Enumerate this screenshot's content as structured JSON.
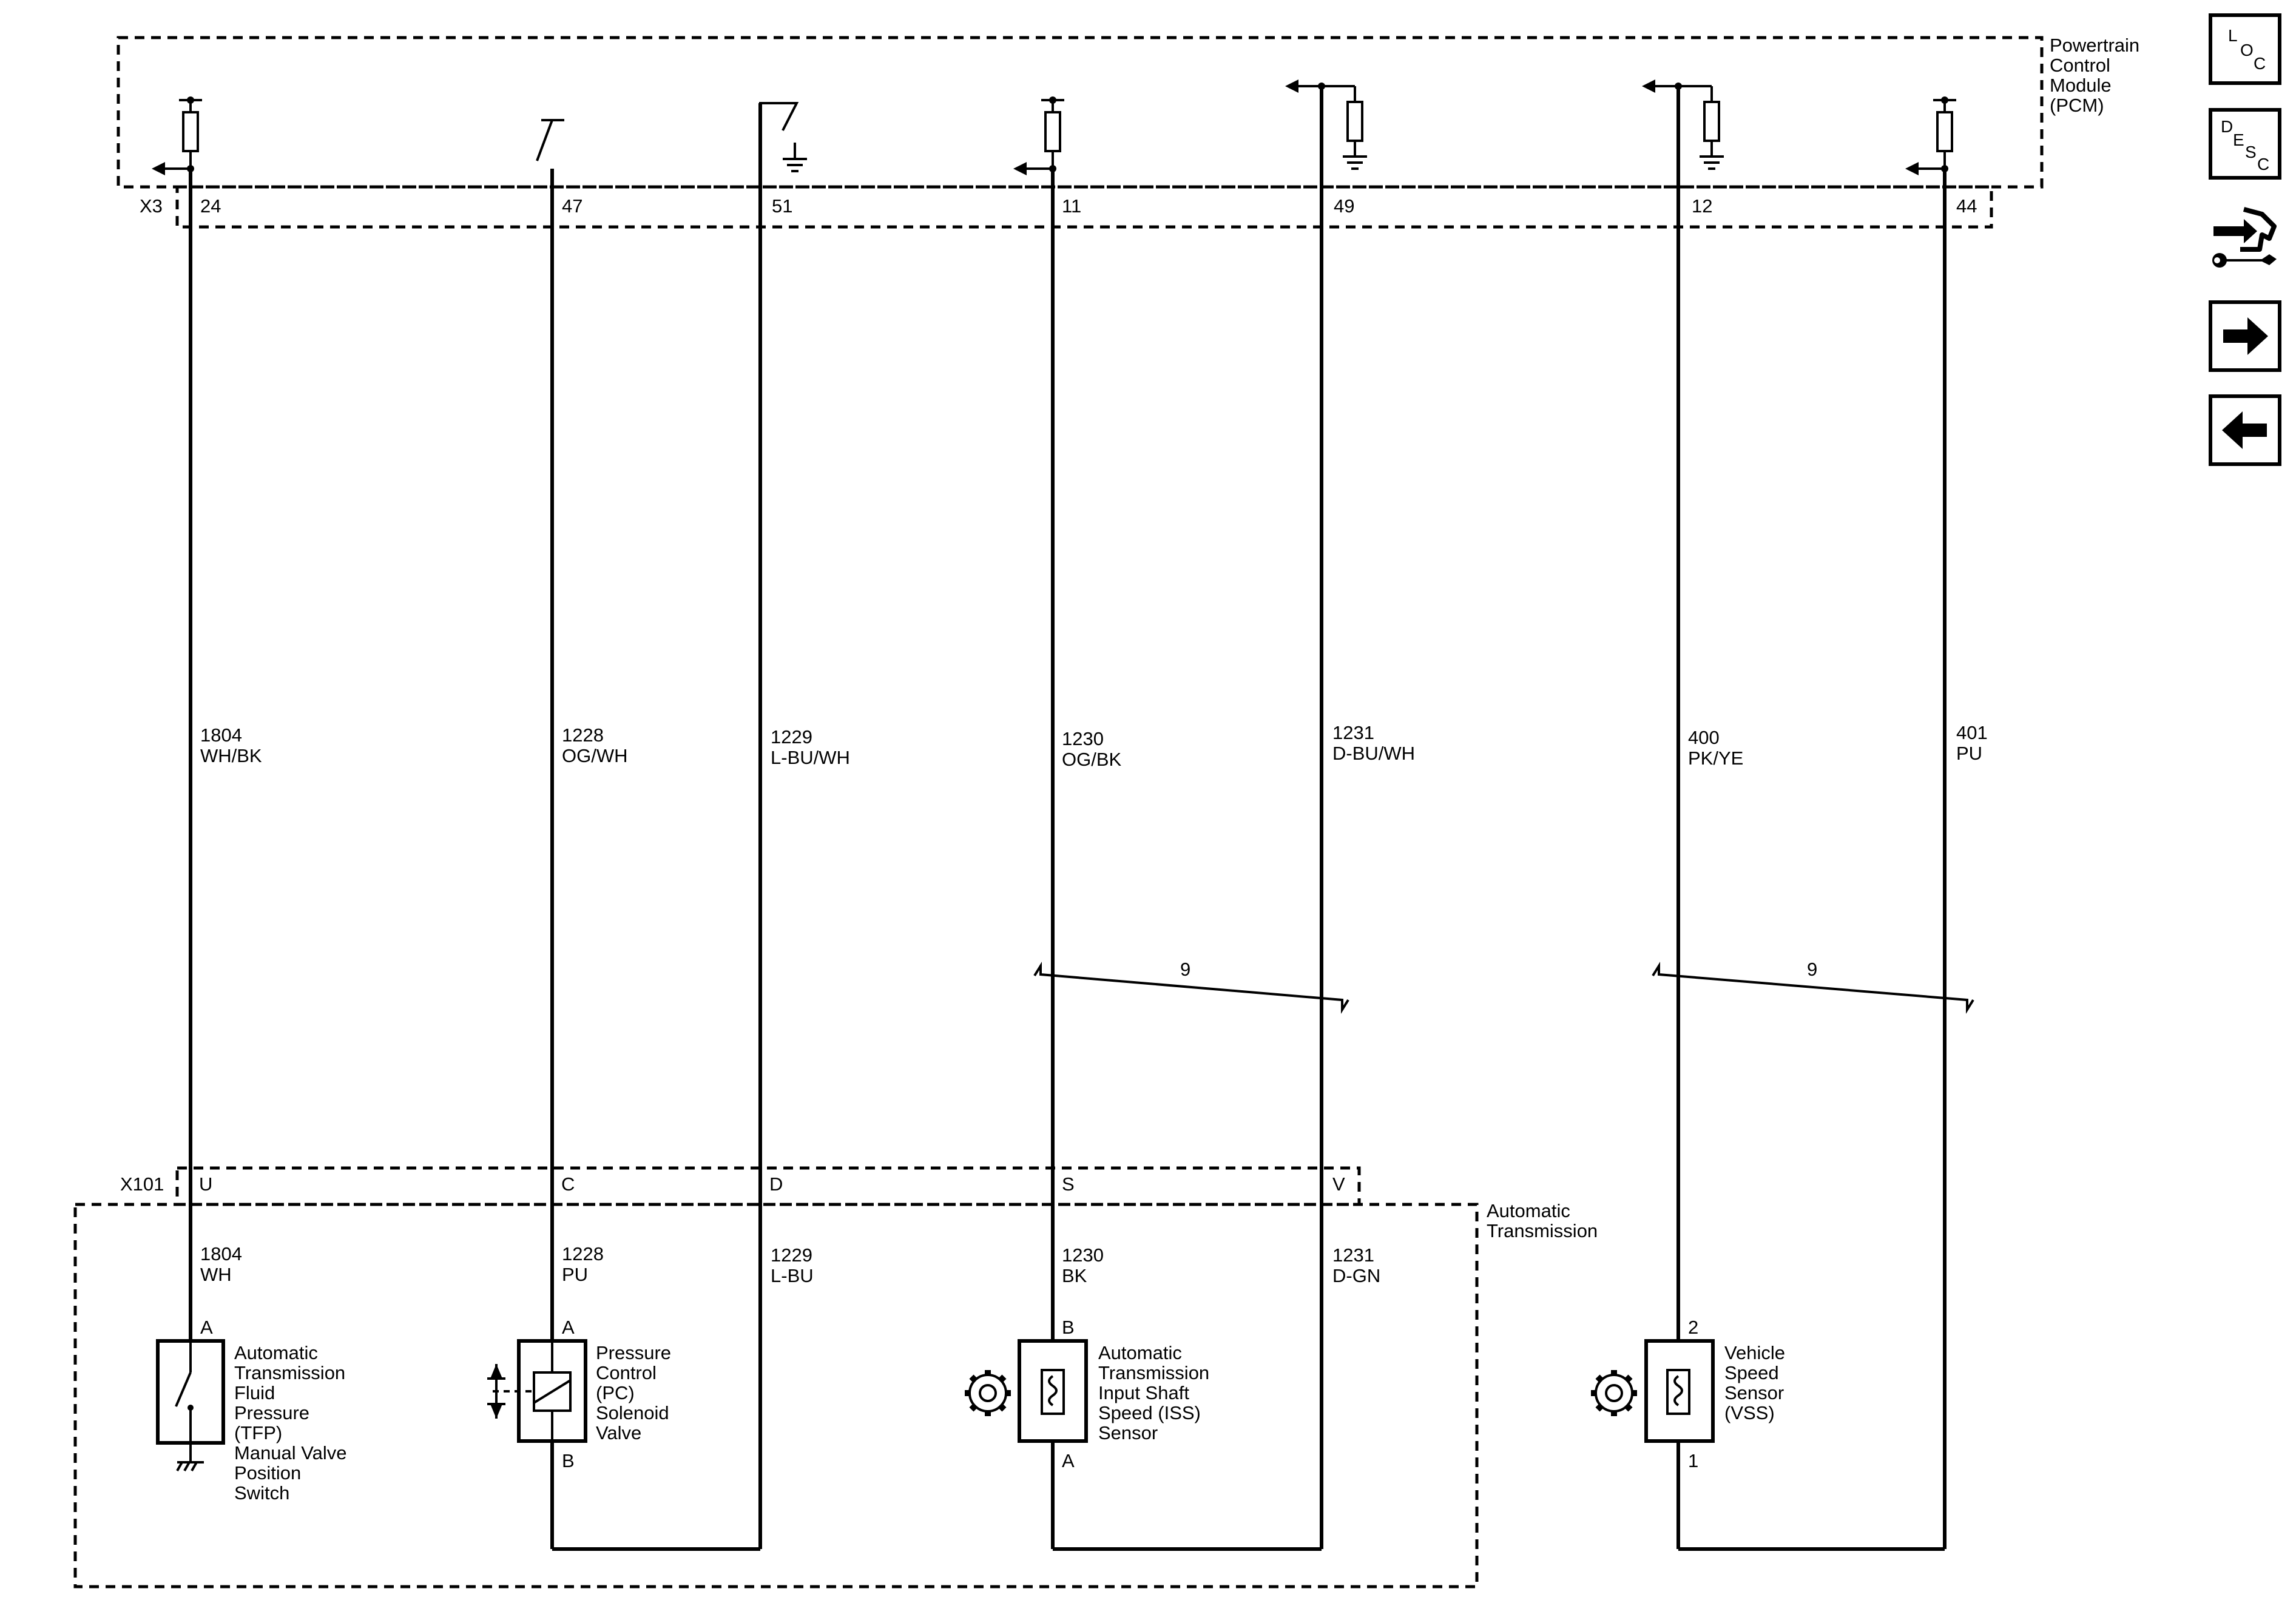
{
  "modules": {
    "pcm": {
      "name_lines": [
        "Powertrain",
        "Control",
        "Module",
        "(PCM)"
      ]
    },
    "transmission": {
      "name_lines": [
        "Automatic",
        "Transmission"
      ]
    }
  },
  "connectors": {
    "x3": {
      "name": "X3",
      "pins": [
        "24",
        "47",
        "51",
        "11",
        "49",
        "12",
        "44"
      ]
    },
    "x101": {
      "name": "X101",
      "pins": [
        "U",
        "C",
        "D",
        "S",
        "V"
      ]
    }
  },
  "circuits_upper": [
    {
      "number": "1804",
      "color": "WH/BK"
    },
    {
      "number": "1228",
      "color": "OG/WH"
    },
    {
      "number": "1229",
      "color": "L-BU/WH"
    },
    {
      "number": "1230",
      "color": "OG/BK"
    },
    {
      "number": "1231",
      "color": "D-BU/WH"
    },
    {
      "number": "400",
      "color": "PK/YE"
    },
    {
      "number": "401",
      "color": "PU"
    }
  ],
  "circuits_lower": [
    {
      "number": "1804",
      "color": "WH"
    },
    {
      "number": "1228",
      "color": "PU"
    },
    {
      "number": "1229",
      "color": "L-BU"
    },
    {
      "number": "1230",
      "color": "BK"
    },
    {
      "number": "1231",
      "color": "D-GN"
    }
  ],
  "twisted_pairs": [
    {
      "label": "9"
    },
    {
      "label": "9"
    }
  ],
  "components": {
    "tfp_switch": {
      "pin_top": "A",
      "name_lines": [
        "Automatic",
        "Transmission",
        "Fluid",
        "Pressure",
        "(TFP)",
        "Manual Valve",
        "Position",
        "Switch"
      ]
    },
    "pc_solenoid": {
      "pin_top": "A",
      "pin_bottom": "B",
      "name_lines": [
        "Pressure",
        "Control",
        "(PC)",
        "Solenoid",
        "Valve"
      ]
    },
    "iss_sensor": {
      "pin_top": "B",
      "pin_bottom": "A",
      "name_lines": [
        "Automatic",
        "Transmission",
        "Input Shaft",
        "Speed (ISS)",
        "Sensor"
      ]
    },
    "vss_sensor": {
      "pin_top": "2",
      "pin_bottom": "1",
      "name_lines": [
        "Vehicle",
        "Speed",
        "Sensor",
        "(VSS)"
      ]
    }
  },
  "nav": {
    "loc": {
      "letters": [
        "L",
        "O",
        "C"
      ]
    },
    "desc": {
      "letters": [
        "D",
        "E",
        "S",
        "C"
      ]
    },
    "icons": [
      "connector-end-view-icon",
      "next-page-icon",
      "previous-page-icon"
    ]
  }
}
